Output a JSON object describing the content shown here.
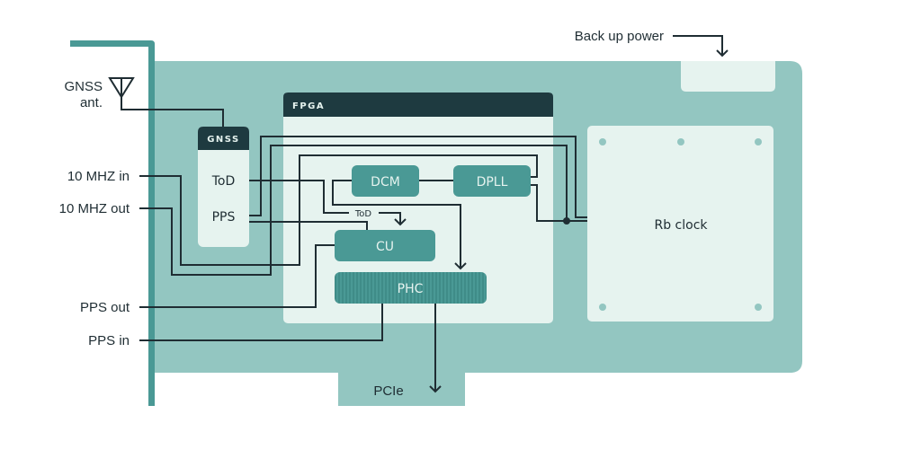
{
  "labels": {
    "gnss_ant_line1": "GNSS",
    "gnss_ant_line2": "ant.",
    "mhz_in": "10 MHZ in",
    "mhz_out": "10 MHZ out",
    "pps_out": "PPS out",
    "pps_in": "PPS in",
    "backup_power": "Back up power",
    "pcie": "PCIe",
    "tod_wire": "ToD"
  },
  "gnss": {
    "header": "GNSS",
    "tod": "ToD",
    "pps": "PPS"
  },
  "fpga": {
    "header": "FPGA",
    "blocks": {
      "dcm": "DCM",
      "dpll": "DPLL",
      "cu": "CU",
      "phc": "PHC"
    }
  },
  "rb_clock": "Rb clock",
  "colors": {
    "board": "#93c6c1",
    "bracket": "#4a9995",
    "module": "#4a9995",
    "panel": "#e6f3ef",
    "header": "#1e3a40",
    "wire": "#1f2d33"
  }
}
